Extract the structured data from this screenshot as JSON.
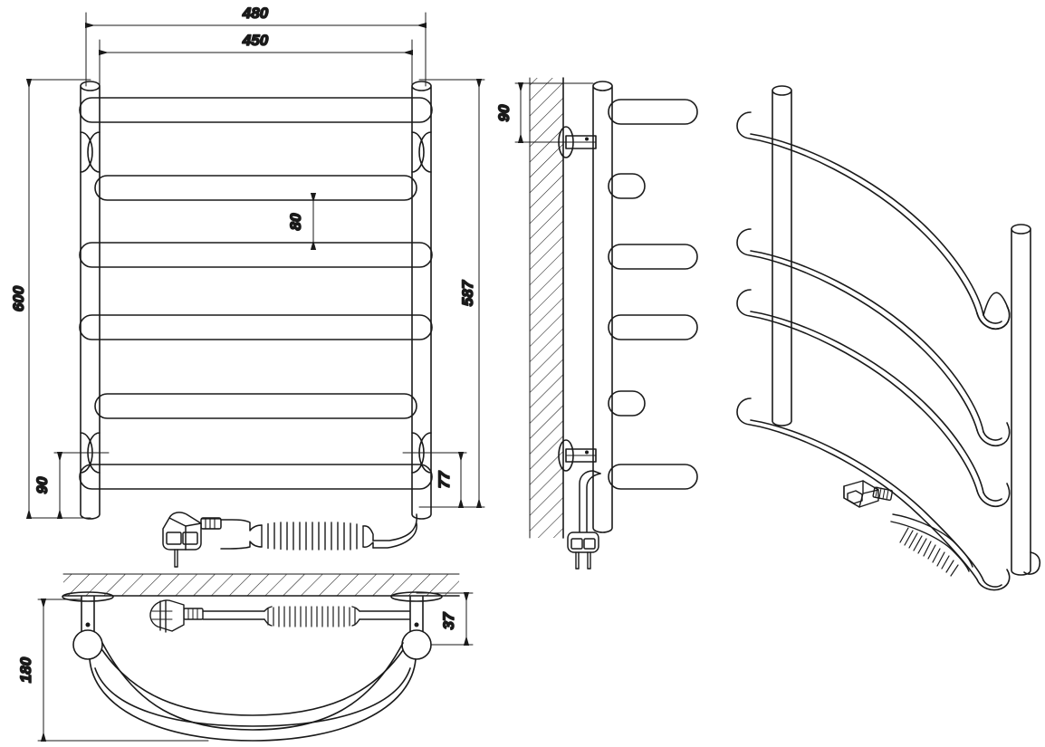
{
  "drawing": {
    "title": "Electric towel rail technical drawing",
    "background_color": "#ffffff",
    "line_color": "#1a1a1a",
    "units": "mm"
  },
  "views": {
    "front": {
      "name": "front-elevation",
      "rung_count": 6,
      "vertical_pipe_count": 2,
      "bracket_count": 4
    },
    "side": {
      "name": "side-elevation",
      "wall_hatched": true,
      "arm_count": 6,
      "bracket_count": 2
    },
    "iso": {
      "name": "isometric-3d-view",
      "rung_count": 4
    },
    "top": {
      "name": "top-plan-view",
      "wall_hatched": true,
      "bracket_count": 2
    }
  },
  "dimensions": {
    "front_overall_width": "480",
    "front_inner_width": "450",
    "front_overall_height": "600",
    "front_bracket_span": "587",
    "front_rung_pitch": "80",
    "front_bottom_offset": "90",
    "front_bottom_bracket_offset": "77",
    "side_top_offset": "90",
    "top_depth": "180",
    "top_bracket_depth": "37"
  },
  "components": {
    "power_plug": "euro-schuko-plug",
    "power_cord": "coiled-cord",
    "wall": "hatched-wall-section",
    "bracket": "wall-mount-bracket"
  }
}
